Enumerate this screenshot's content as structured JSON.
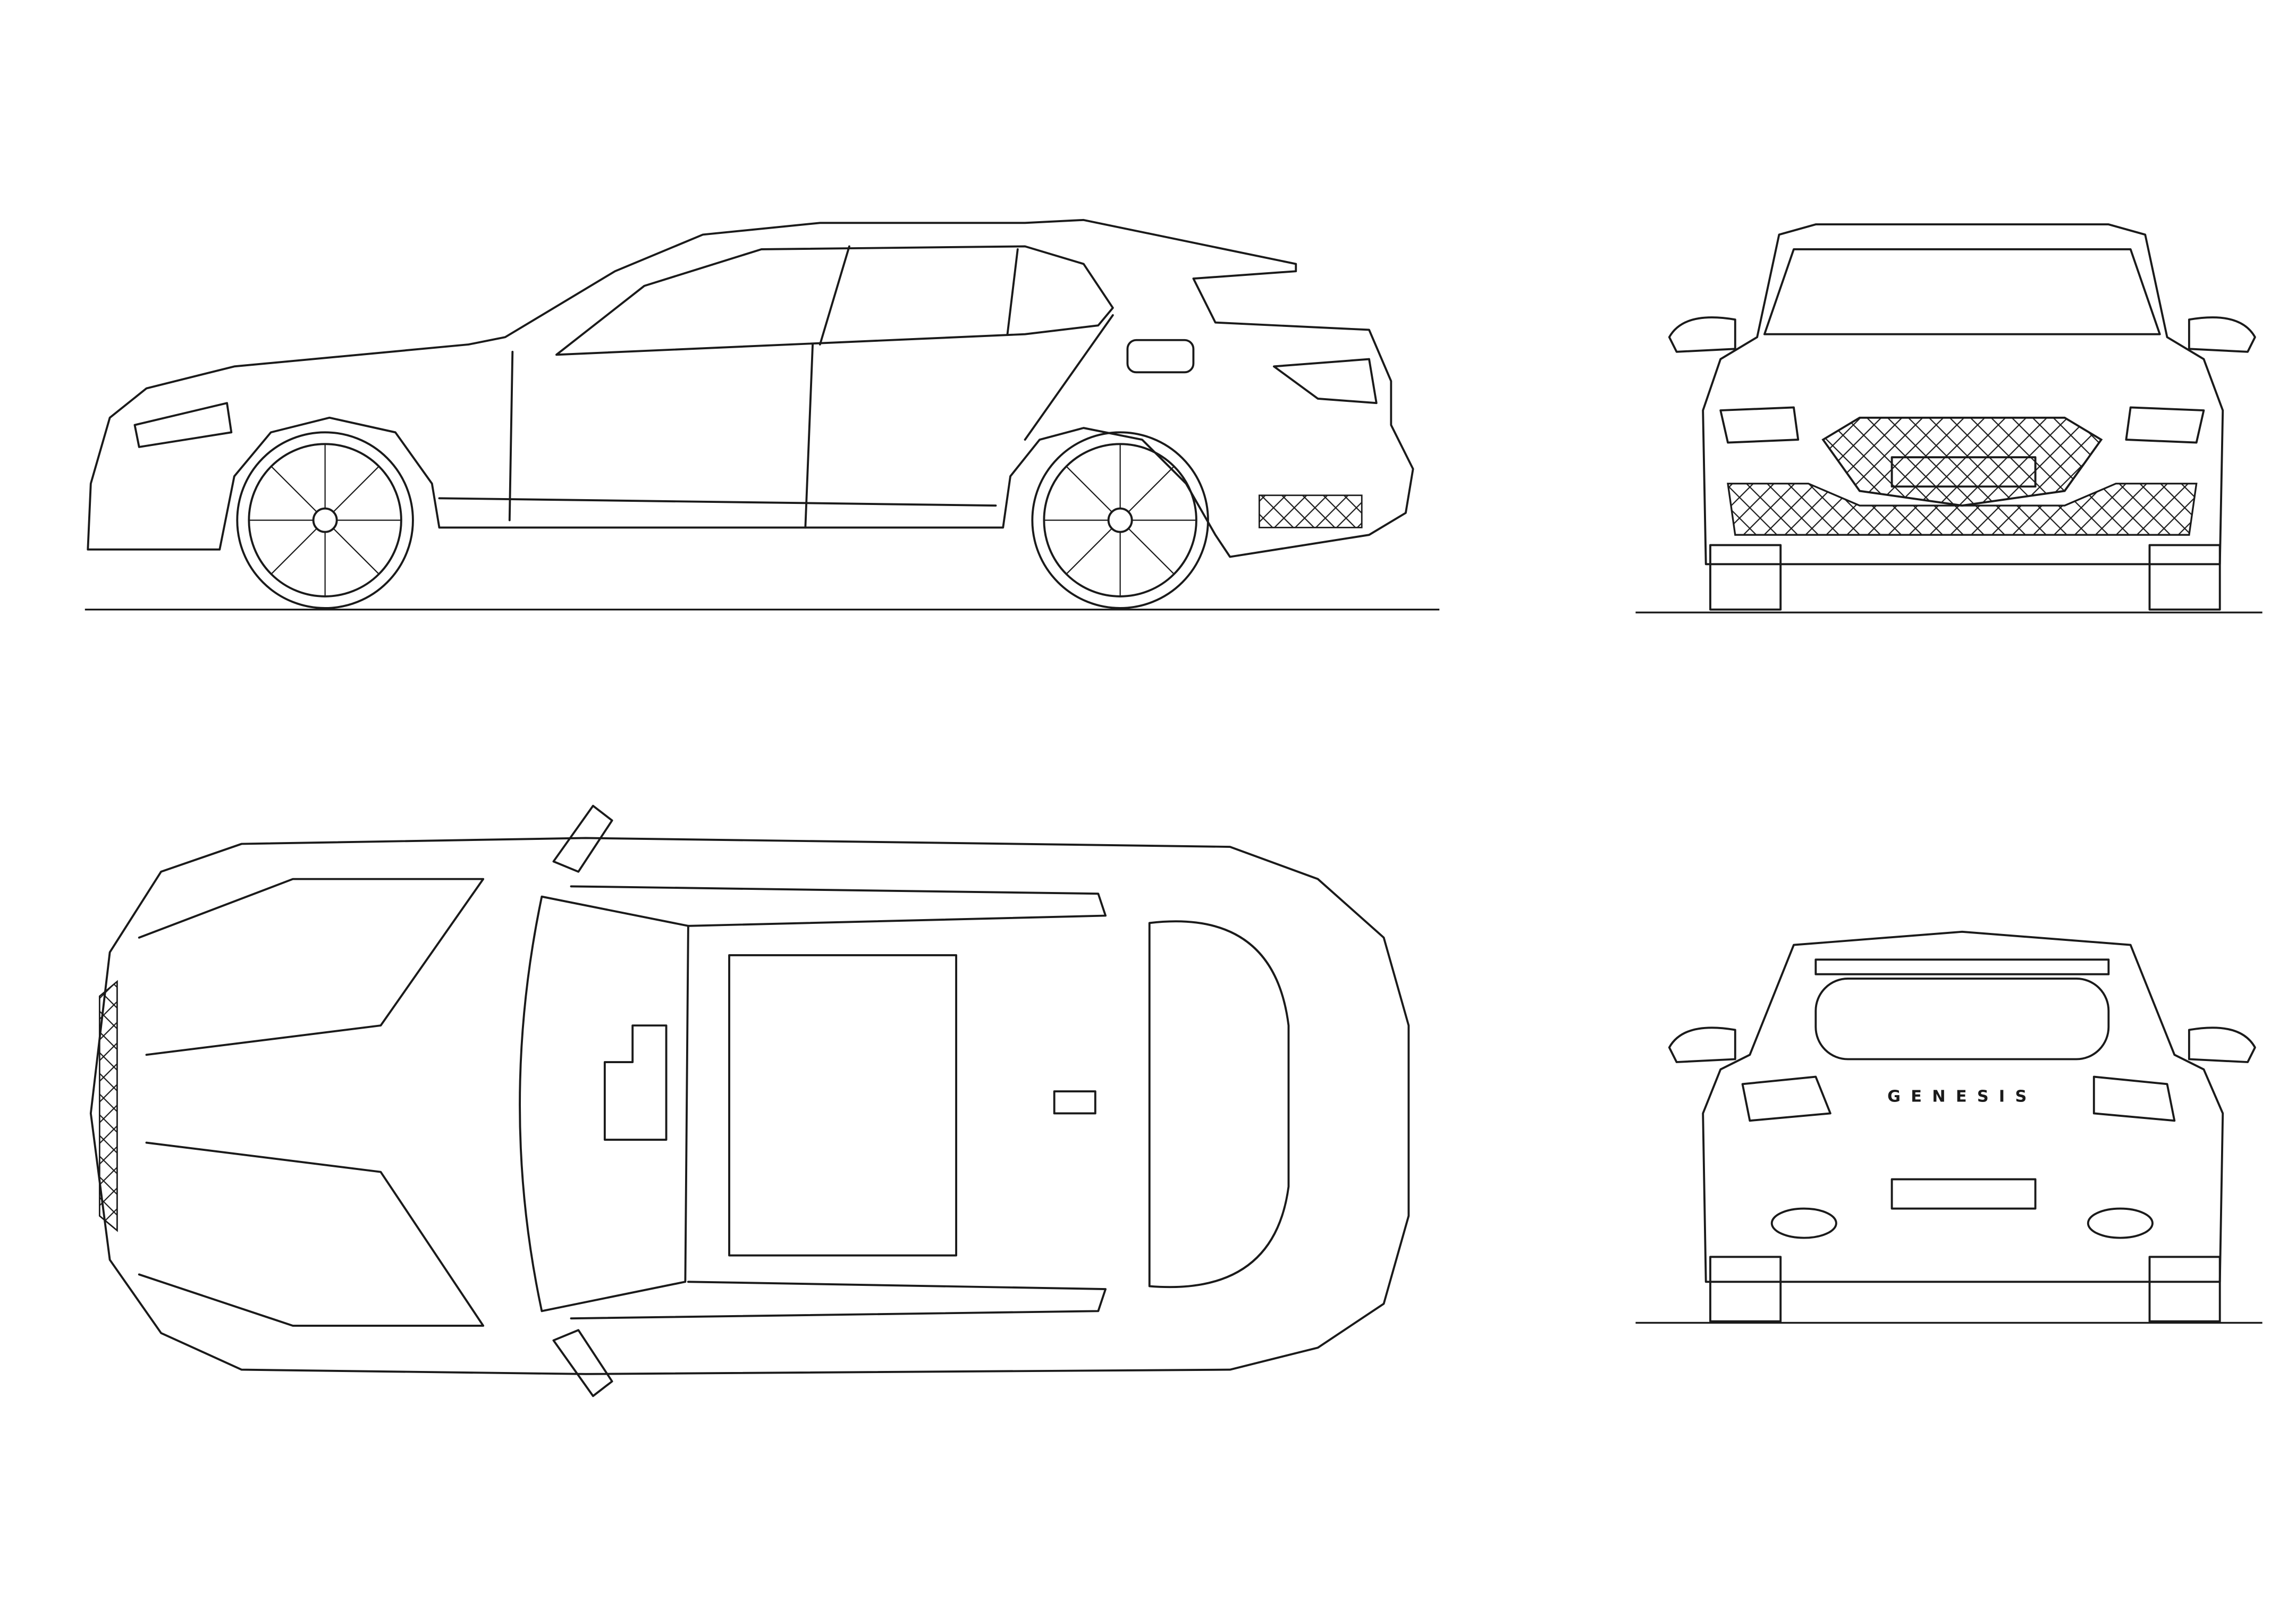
{
  "drawing": {
    "views": [
      "side",
      "front",
      "top",
      "rear"
    ],
    "rear_badge": "GENESIS",
    "line_color": "#1a1a1a",
    "background": "#ffffff"
  }
}
